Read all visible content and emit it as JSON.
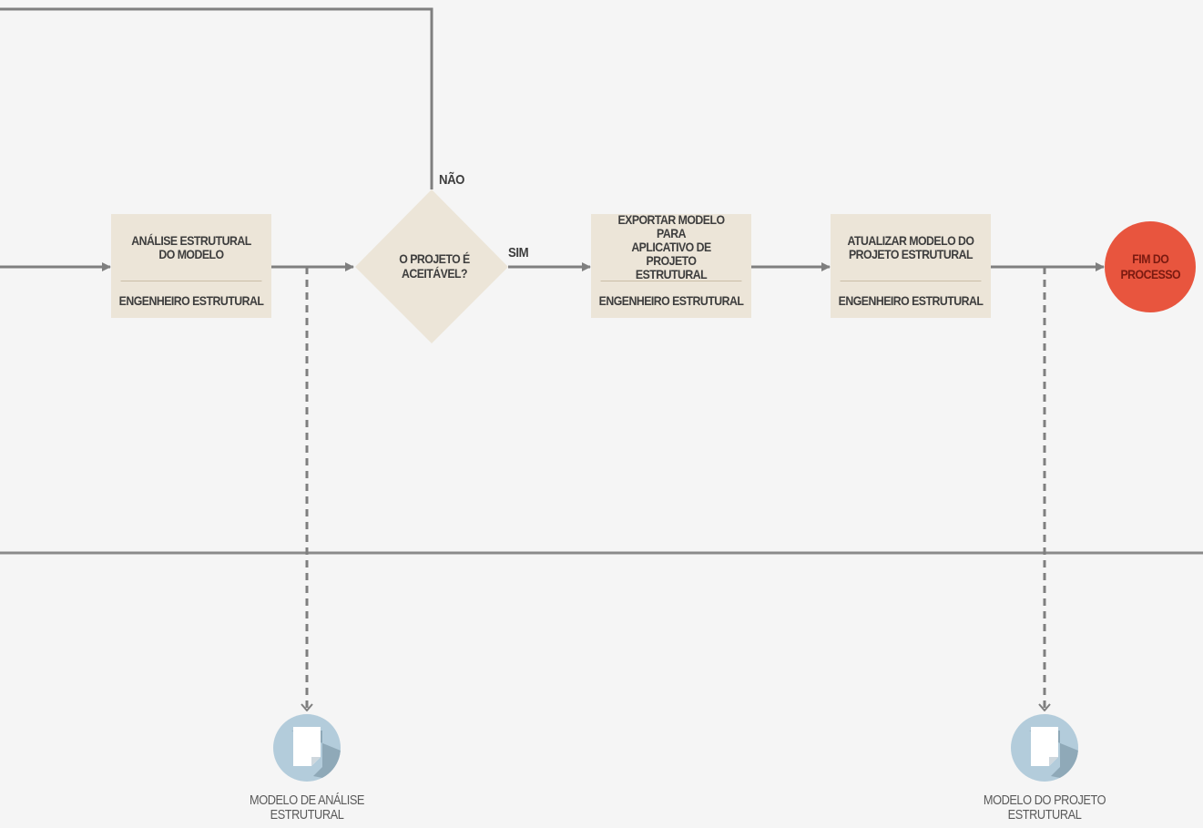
{
  "tasks": [
    {
      "title": "ANÁLISE ESTRUTURAL\nDO MODELO",
      "role": "ENGENHEIRO ESTRUTURAL"
    },
    {
      "title": "EXPORTAR MODELO PARA\nAPLICATIVO DE PROJETO\nESTRUTURAL",
      "role": "ENGENHEIRO ESTRUTURAL"
    },
    {
      "title": "ATUALIZAR MODELO DO\nPROJETO ESTRUTURAL",
      "role": "ENGENHEIRO ESTRUTURAL"
    }
  ],
  "decision": {
    "question": "O PROJETO É\nACEITÁVEL?",
    "no_label": "NÃO",
    "yes_label": "SIM"
  },
  "end_event": {
    "label": "FIM DO\nPROCESSO"
  },
  "documents": [
    {
      "caption": "MODELO DE ANÁLISE\nESTRUTURAL",
      "icon": "document-icon"
    },
    {
      "caption": "MODELO DO PROJETO\nESTRUTURAL",
      "icon": "document-icon"
    }
  ],
  "colors": {
    "task": "#ece5d8",
    "end": "#e8553e",
    "line": "#7f7f7f",
    "doc_circle": "#b3ccdb"
  }
}
